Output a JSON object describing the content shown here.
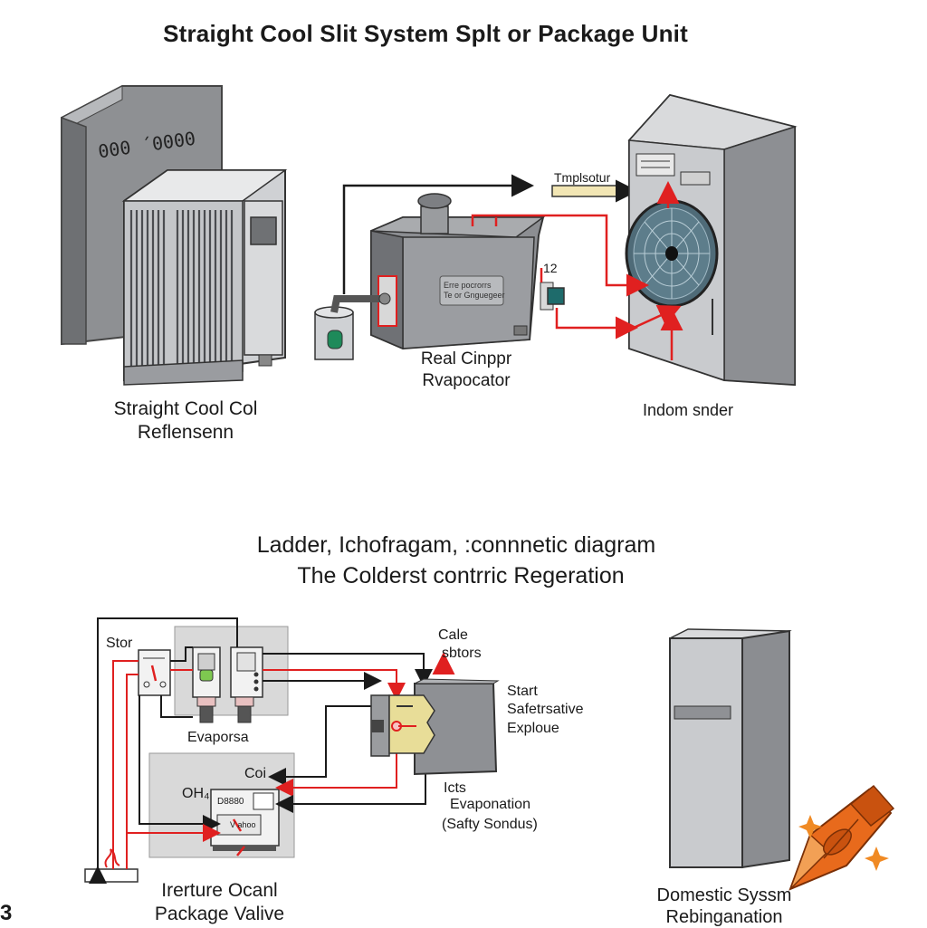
{
  "top": {
    "title": "Straight Cool Slit System Splt or Package Unit",
    "cabinet_text": "000 ´0000",
    "condenser_label_1": "Straight Cool Col",
    "condenser_label_2": "Reflensenn",
    "compressor_label_1": "Real Cinppr",
    "compressor_label_2": "Rvapocator",
    "compressor_plate_1": "Erre pocrorrs",
    "compressor_plate_2": "Te or Gnguegeer",
    "valve_label": "12",
    "temp_label": "Tmplsotur",
    "indoor_label": "Indom snder"
  },
  "bottom": {
    "title_1": "Ladder, Ichofragam, :connnetic diagram",
    "title_2": "The Colderst contrric Regeration",
    "stor_label": "Stor",
    "evap_label": "Evaporsa",
    "coi_label": "Coi",
    "oh_label": "OH₄",
    "panel_text": "D8880",
    "panel_small": "V ahoo",
    "cale_label_1": "Cale",
    "cale_label_2": "sbtors",
    "start_label_1": "Start",
    "start_label_2": "Safetrsative",
    "start_label_3": "Exploue",
    "icts_label_1": "Icts",
    "icts_label_2": "Evaponation",
    "icts_label_3": "(Safty Sondus)",
    "package_label_1": "Irerture Ocanl",
    "package_label_2": "Package Valive",
    "fridge_label_1": "Domestic Syssm",
    "fridge_label_2": "Rebinganation",
    "corner_number": "3"
  },
  "colors": {
    "wire_red": "#e02020",
    "wire_black": "#1a1a1a",
    "metal_light": "#d4d6d8",
    "metal_mid": "#a9abae",
    "metal_dark": "#7c7e82",
    "panel_bg": "#d9d9d9",
    "crayon_orange": "#e86a1c",
    "sparkle": "#f08a24"
  }
}
